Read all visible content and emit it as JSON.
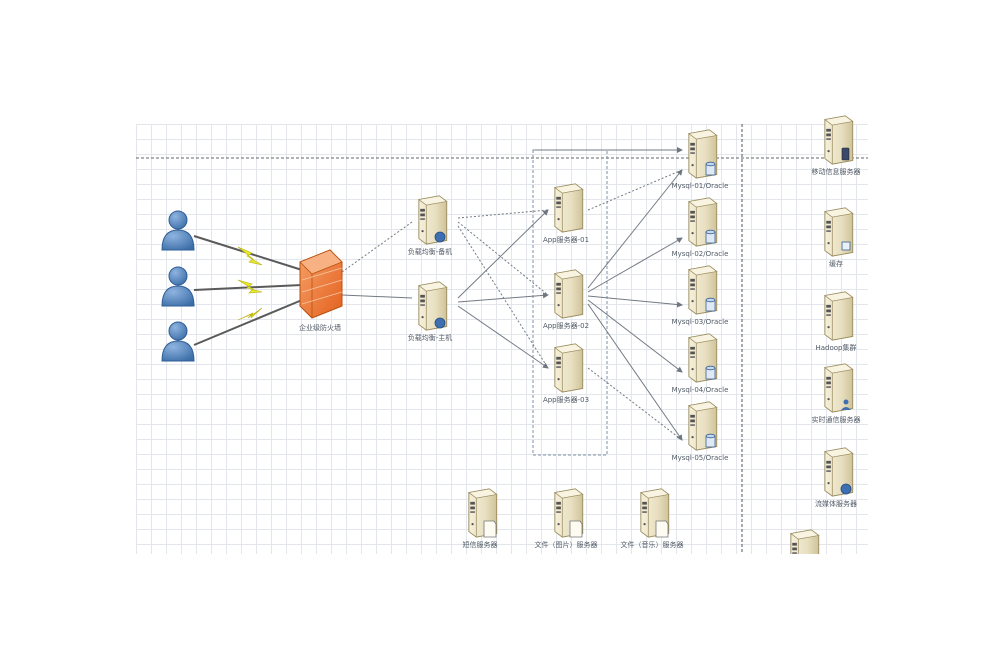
{
  "users": [
    {
      "name": "user-icon-1"
    },
    {
      "name": "user-icon-2"
    },
    {
      "name": "user-icon-3"
    }
  ],
  "firewall": {
    "label": "企业级防火墙",
    "icon": "firewall-icon"
  },
  "load_balancers": {
    "backup": "负载均衡-备机",
    "primary": "负载均衡-主机"
  },
  "app_servers": [
    "App服务器-01",
    "App服务器-02",
    "App服务器-03"
  ],
  "db_servers": [
    "Mysql-01/Oracle",
    "Mysql-02/Oracle",
    "Mysql-03/Oracle",
    "Mysql-04/Oracle",
    "Mysql-05/Oracle"
  ],
  "right_servers": [
    "移动信息服务器",
    "缓存",
    "Hadoop集群",
    "实时通信服务器",
    "流媒体服务器"
  ],
  "bottom_servers": [
    "短信服务器",
    "文件（图片）服务器",
    "文件（音乐）服务器"
  ],
  "colors": {
    "user": "#4f81bd",
    "lightning": "#e8ea2a",
    "firewall": "#f07a3a",
    "server_body": "#efe6c8",
    "line": "#7a818a"
  }
}
